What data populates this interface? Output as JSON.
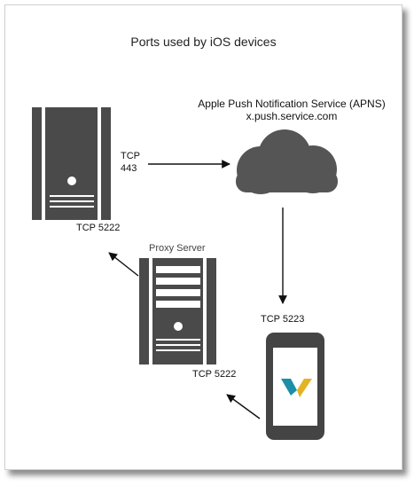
{
  "title": "Ports used by iOS devices",
  "apns": {
    "name": "Apple Push Notification Service (APNS)",
    "host": "x.push.service.com"
  },
  "labels": {
    "tcp": "TCP",
    "port_443": "443",
    "server_port": "TCP 5222",
    "proxy_title": "Proxy Server",
    "device_port": "TCP 5223",
    "proxy_port": "TCP 5222"
  },
  "colors": {
    "server": "#4a4a4a",
    "cloud": "#555555",
    "phone": "#444444",
    "arrow": "#111111",
    "logo_teal": "#1b8fa8",
    "logo_yellow": "#e3b324"
  },
  "icons": [
    "server-icon",
    "cloud-icon",
    "proxy-server-icon",
    "smartphone-icon",
    "app-logo-icon"
  ]
}
